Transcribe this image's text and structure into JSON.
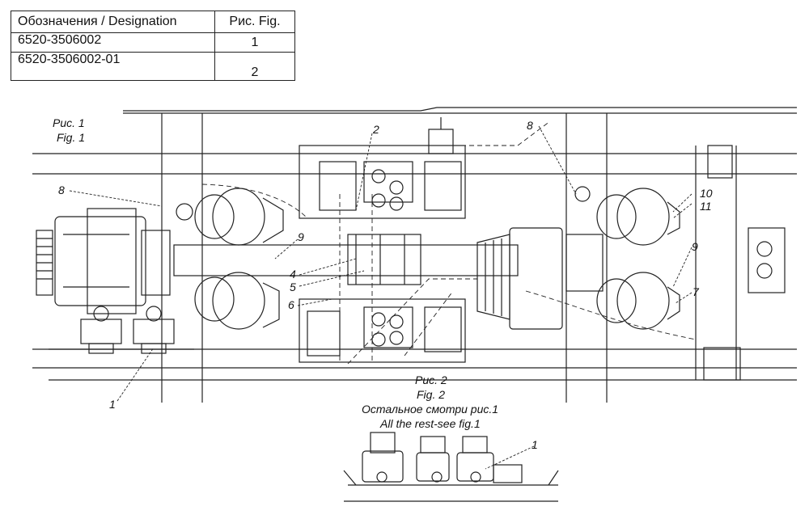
{
  "table": {
    "header_designation": "Обозначения / Designation",
    "header_fig": "Рис. Fig.",
    "rows": [
      {
        "code": "6520-3506002",
        "fig": "1"
      },
      {
        "code": "6520-3506002-01",
        "fig": "2"
      }
    ]
  },
  "captions": {
    "fig1_ru": "Рис. 1",
    "fig1_en": "Fig. 1",
    "fig2_ru": "Рис. 2",
    "fig2_en": "Fig. 2",
    "rest_ru": "Остальное смотри рис.1",
    "rest_en": "All the rest-see fig.1"
  },
  "callouts": {
    "c1": "1",
    "c2": "2",
    "c4": "4",
    "c5": "5",
    "c6": "6",
    "c7": "7",
    "c8": "8",
    "c9": "9",
    "c10": "10",
    "c11": "11"
  }
}
